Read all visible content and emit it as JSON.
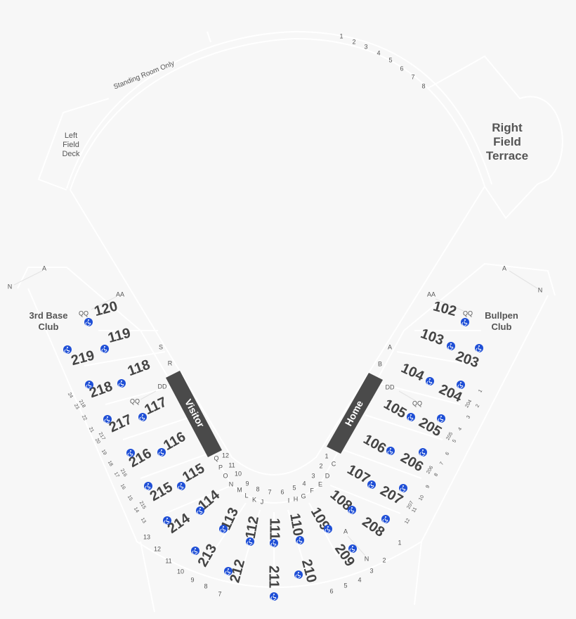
{
  "areas": {
    "standing_room": "Standing Room Only",
    "left_field_deck": [
      "Left",
      "Field",
      "Deck"
    ],
    "right_field_terrace": [
      "Right",
      "Field",
      "Terrace"
    ],
    "third_base_club": [
      "3rd Base",
      "Club"
    ],
    "bullpen_club": [
      "Bullpen",
      "Club"
    ],
    "visitor_dugout": "Visitor",
    "home_dugout": "Home"
  },
  "colors": {
    "background": "#f7f7f7",
    "lines": "#ffffff",
    "dugout": "#4a4a4a",
    "accessible": "#1f4fd6",
    "text": "#444444"
  },
  "icon": "wheelchair-icon",
  "outfield_numbers": [
    "1",
    "2",
    "3",
    "4",
    "5",
    "6",
    "7",
    "8"
  ],
  "sections_lower": [
    "102",
    "103",
    "104",
    "105",
    "106",
    "107",
    "108",
    "109",
    "110",
    "111",
    "112",
    "113",
    "114",
    "115",
    "116",
    "117",
    "118",
    "119",
    "120"
  ],
  "sections_upper": [
    "203",
    "204",
    "205",
    "206",
    "207",
    "208",
    "209",
    "210",
    "211",
    "212",
    "213",
    "214",
    "215",
    "216",
    "217",
    "218",
    "219"
  ],
  "row_labels": [
    "Q",
    "12",
    "P",
    "11",
    "O",
    "10",
    "N",
    "9",
    "M",
    "8",
    "L",
    "K",
    "J",
    "7",
    "6",
    "I",
    "H",
    "G",
    "5",
    "4",
    "F",
    "E",
    "3",
    "D",
    "2",
    "C",
    "1",
    "B",
    "A",
    "S",
    "R",
    "DD",
    "QQ",
    "DD",
    "QQ",
    "AA",
    "QQ",
    "AA",
    "QQ",
    "A",
    "N",
    "A",
    "N",
    "A",
    "N"
  ],
  "bottom_numbers": [
    "1",
    "2",
    "3",
    "4",
    "5",
    "6",
    "7",
    "8",
    "9",
    "10",
    "11",
    "12",
    "13"
  ],
  "left_edge_numbers": [
    "13",
    "14",
    "215",
    "15",
    "16",
    "216",
    "17",
    "18",
    "19",
    "20",
    "217",
    "21",
    "22",
    "23",
    "218",
    "24"
  ],
  "right_edge_numbers": [
    "1",
    "2",
    "204",
    "3",
    "4",
    "205",
    "5",
    "6",
    "7",
    "206",
    "8",
    "9",
    "10",
    "207",
    "11",
    "12"
  ]
}
